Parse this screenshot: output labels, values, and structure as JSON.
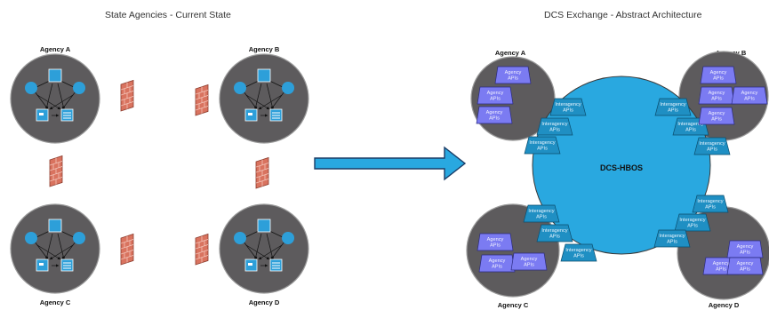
{
  "left_title": "State Agencies - Current State",
  "right_title": "DCS Exchange - Abstract Architecture",
  "left_agencies": [
    {
      "label": "Agency A"
    },
    {
      "label": "Agency B"
    },
    {
      "label": "Agency C"
    },
    {
      "label": "Agency D"
    }
  ],
  "right_agencies": [
    {
      "label": "Agency A"
    },
    {
      "label": "Agency B"
    },
    {
      "label": "Agency C"
    },
    {
      "label": "Agency D"
    }
  ],
  "hub_label": "DCS-HBOS",
  "agency_api_label": "Agency APIs",
  "interagency_api_label": "Interagency APIs",
  "colors": {
    "agency_circle": "#5d5b5d",
    "hub": "#29a8e0",
    "agency_api": "#7b7bf2",
    "interagency_api": "#1f8fc3",
    "arrow": "#29a8e0",
    "firewall": "#d9735f"
  }
}
